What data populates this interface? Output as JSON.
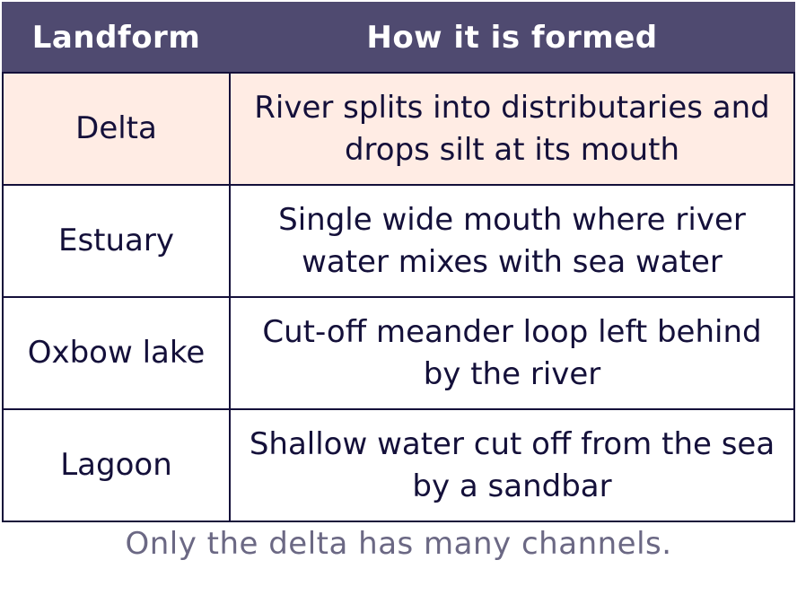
{
  "table": {
    "headers": [
      "Landform",
      "How it is formed"
    ],
    "rows": [
      {
        "landform": "Delta",
        "formation": "River splits into distributaries and drops silt at its mouth",
        "highlighted": true
      },
      {
        "landform": "Estuary",
        "formation": "Single wide mouth where river water mixes with sea water",
        "highlighted": false
      },
      {
        "landform": "Oxbow lake",
        "formation": "Cut-off meander loop left behind by the river",
        "highlighted": false
      },
      {
        "landform": "Lagoon",
        "formation": "Shallow water cut off from the sea by a sandbar",
        "highlighted": false
      }
    ]
  },
  "caption": "Only the delta has many channels.",
  "colors": {
    "header_bg": "#4f4a70",
    "highlight_bg": "#ffece4",
    "text": "#14103a",
    "caption_text": "#6b6884"
  }
}
